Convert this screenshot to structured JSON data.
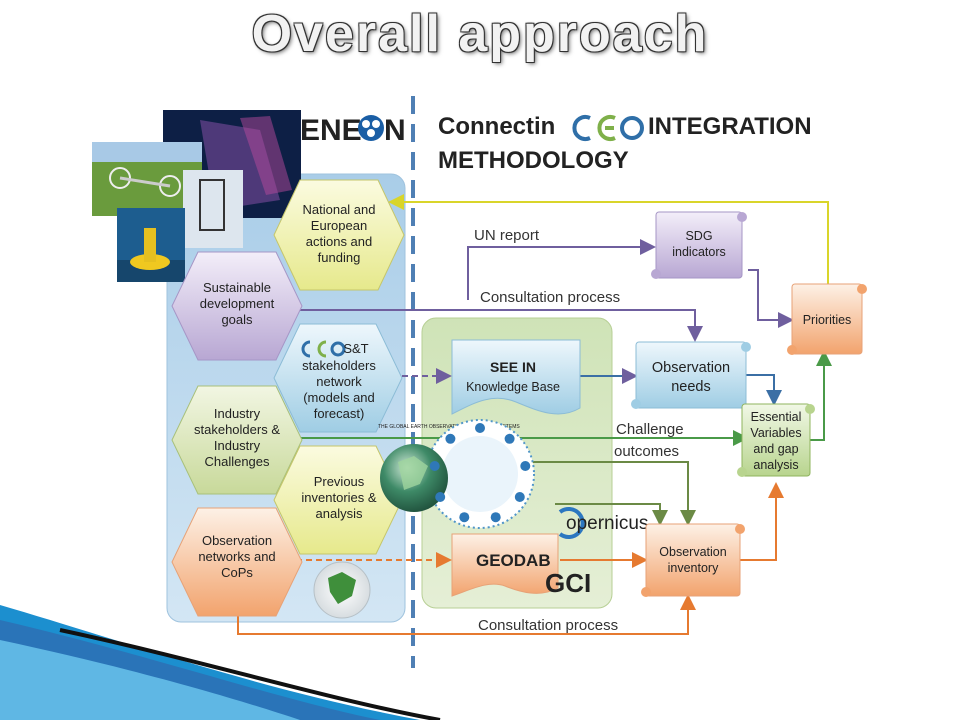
{
  "title": "Overall approach",
  "header": {
    "enerin_logo": "ENE IN",
    "connectin_prefix": "Connectin",
    "connectin_suffix": "INTEGRATION",
    "connectin_line2": "METHODOLOGY"
  },
  "hexagons": {
    "national": [
      "National and",
      "European",
      "actions and",
      "funding"
    ],
    "sdg": [
      "Sustainable",
      "development",
      "goals"
    ],
    "snt": [
      "S&T",
      "stakeholders",
      "network",
      "(models and",
      "forecast)"
    ],
    "industry": [
      "Industry",
      "stakeholders &",
      "Industry",
      "Challenges"
    ],
    "previous": [
      "Previous",
      "inventories &",
      "analysis"
    ],
    "obsnet": [
      "Observation",
      "networks and",
      "CoPs"
    ]
  },
  "seein": {
    "line1": "SEE IN",
    "line2": "Knowledge Base"
  },
  "scrolls": {
    "sdg_ind": [
      "SDG",
      "indicators"
    ],
    "priorities": [
      "Priorities"
    ],
    "obs_needs": [
      "Observation",
      "needs"
    ],
    "ev": [
      "Essential",
      "Variables",
      "and gap",
      "analysis"
    ],
    "obs_inv": [
      "Observation",
      "inventory"
    ]
  },
  "edge_labels": {
    "un_report": "UN report",
    "consult_top": "Consultation process",
    "challenge": [
      "Challenge",
      "outcomes"
    ],
    "consult_bottom": "Consultation process"
  },
  "logos": {
    "copernicus": "opernicus",
    "geodab": "GEODAB",
    "gci": "GCI",
    "geoss": "THE GLOBAL EARTH OBSERVATION SYSTEM OF SYSTEMS"
  },
  "colors": {
    "purple": "#7b6aa6",
    "blue": "#3b6fa5",
    "green": "#4a9a48",
    "orange": "#e67a30",
    "yellow": "#e4e23a",
    "dark_olive": "#6b8a45",
    "panel_blue": "#bcd7ec",
    "panel_green": "#d8e6c2"
  }
}
